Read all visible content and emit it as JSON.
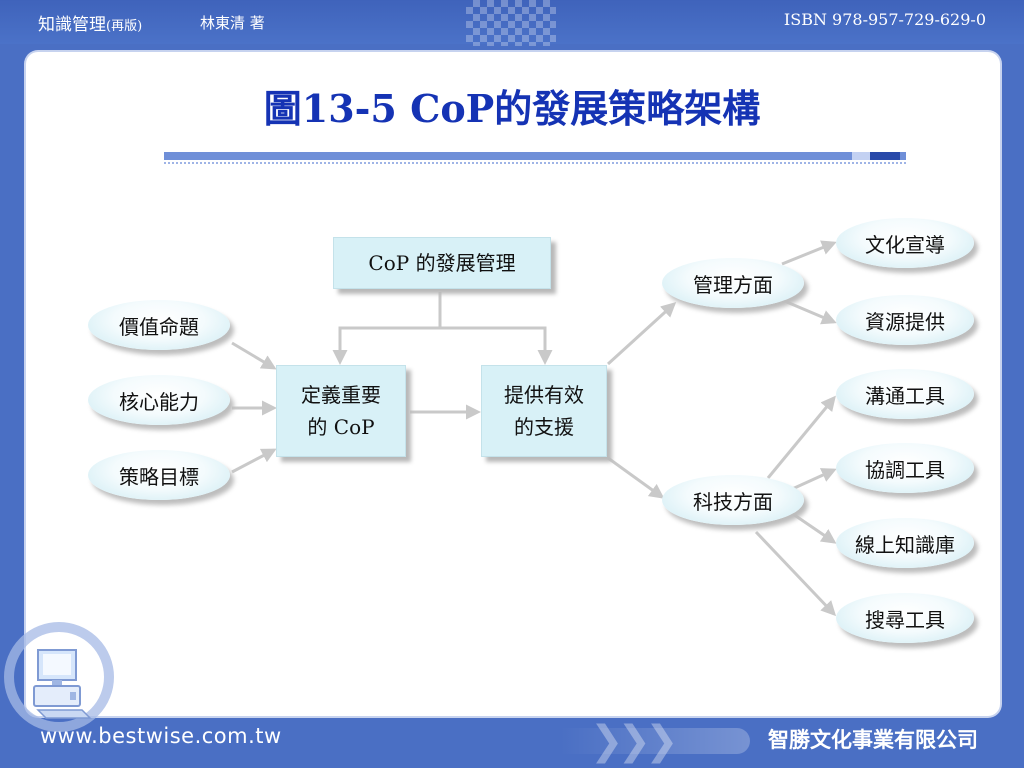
{
  "header": {
    "book_title": "知識管理",
    "edition": "(再版)",
    "author": "林東清 著",
    "isbn": "ISBN 978-957-729-629-0"
  },
  "slide": {
    "title": "圖13-5 CoP的發展策略架構"
  },
  "diagram": {
    "top_box": "CoP 的發展管理",
    "inputs": [
      "價值命題",
      "核心能力",
      "策略目標"
    ],
    "define_box": [
      "定義重要",
      "的 CoP"
    ],
    "support_box": [
      "提供有效",
      "的支援"
    ],
    "management": {
      "label": "管理方面",
      "children": [
        "文化宣導",
        "資源提供"
      ]
    },
    "technology": {
      "label": "科技方面",
      "children": [
        "溝通工具",
        "協調工具",
        "線上知識庫",
        "搜尋工具"
      ]
    }
  },
  "footer": {
    "url": "www.bestwise.com.tw",
    "publisher": "智勝文化事業有限公司"
  },
  "colors": {
    "background": "#4a6fc4",
    "title": "#1533b4",
    "box_fill": "#d8f1f7",
    "arrow": "#c9c9c9"
  }
}
